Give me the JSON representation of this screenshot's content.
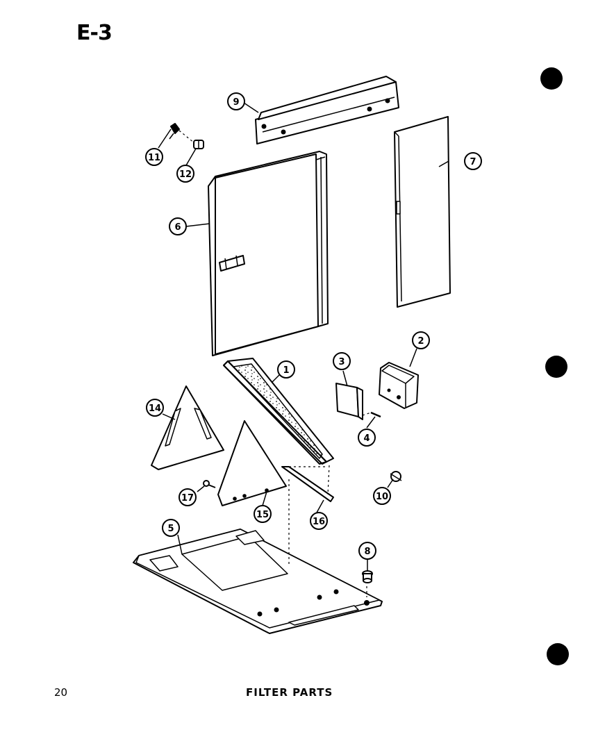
{
  "section_code": "E-3",
  "page_number": "20",
  "caption": "FILTER PARTS",
  "callouts": [
    "1",
    "2",
    "3",
    "4",
    "5",
    "6",
    "7",
    "8",
    "9",
    "10",
    "11",
    "12",
    "14",
    "15",
    "16",
    "17"
  ],
  "colors": {
    "ink": "#000000",
    "paper": "#ffffff"
  }
}
